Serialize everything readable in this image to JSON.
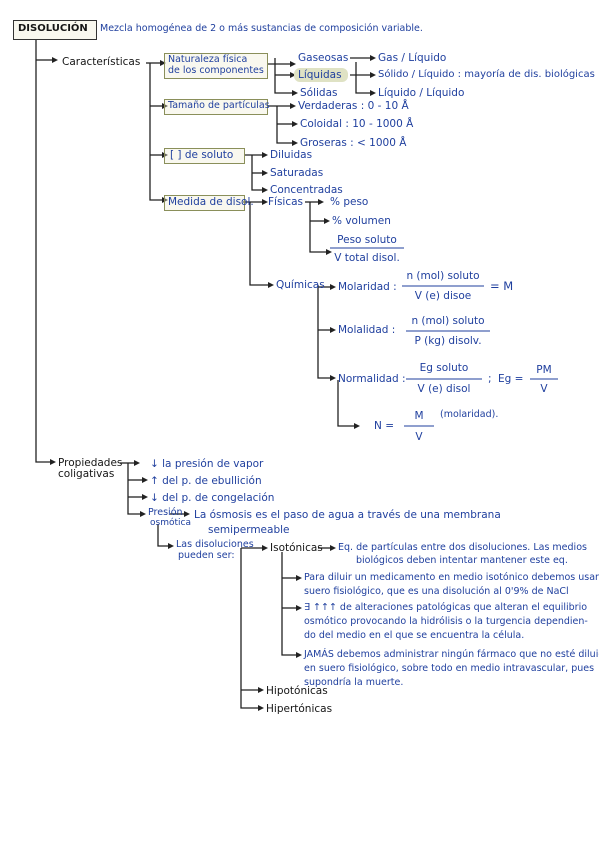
{
  "title": "DISOLUCIÓN",
  "definition": "Mezcla homogénea de 2 o más sustancias de composición variable.",
  "caracteristicas": {
    "label": "Características",
    "naturaleza": {
      "label_line1": "Naturaleza física",
      "label_line2": "de los componentes",
      "items": [
        "Gaseosas",
        "Líquidas",
        "Sólidas"
      ],
      "details": [
        "Gas / Líquido",
        "Sólido / Líquido : mayoría de dis. biológicas",
        "Líquido / Líquido"
      ]
    },
    "tamano": {
      "label": "Tamaño de partículas",
      "items": [
        "Verdaderas : 0 - 10 Å",
        "Coloidal : 10 - 1000 Å",
        "Groseras : < 1000 Å"
      ]
    },
    "soluto": {
      "label": "[ ] de soluto",
      "items": [
        "Diluidas",
        "Saturadas",
        "Concentradas"
      ]
    },
    "medida": {
      "label": "Medida de disol.",
      "fisicas": {
        "label": "Físicas",
        "items": [
          "% peso",
          "% volumen"
        ],
        "frac_num": "Peso soluto",
        "frac_den": "V total disol."
      },
      "quimicas": {
        "label": "Químicas",
        "molaridad": {
          "label": "Molaridad :",
          "num": "n (mol) soluto",
          "den": "V (e) disoe",
          "eq": "= M"
        },
        "molalidad": {
          "label": "Molalidad :",
          "num": "n (mol) soluto",
          "den": "P (kg) disolv."
        },
        "normalidad": {
          "label": "Normalidad :",
          "num": "Eg soluto",
          "den": "V (e) disol",
          "sep": ";",
          "eq_label": "Eg =",
          "eq_num": "PM",
          "eq_den": "V"
        },
        "n_formula": {
          "lhs": "N =",
          "num": "M",
          "num_note": "(molaridad).",
          "den": "V"
        }
      }
    }
  },
  "coligativas": {
    "label_line1": "Propiedades",
    "label_line2": "coligativas",
    "items": [
      "↓ la presión de vapor",
      "↑ del p. de ebullición",
      "↓ del p. de congelación"
    ],
    "presion": {
      "label_line1": "Presión",
      "label_line2": "osmótica",
      "text_line1": "La ósmosis es el paso de agua a través de una membrana",
      "text_line2": "semipermeable",
      "pueden": {
        "label_line1": "Las disoluciones",
        "label_line2": "pueden ser:",
        "isotonicas": "Isotónicas",
        "iso_note_line1": "Eq. de partículas entre dos disoluciones. Las medios",
        "iso_note_line2": "biológicos deben intentar mantener este eq.",
        "notes": [
          [
            "Para diluir un medicamento en medio isotónico debemos usar",
            "suero fisiológico, que es una disolución al 0'9% de NaCl"
          ],
          [
            "∃ ↑↑↑ de alteraciones patológicas que alteran el equilibrio",
            "osmótico provocando la hidrólisis o la turgencia dependien-",
            "do del medio en el que se encuentra la célula."
          ],
          [
            "JAMÁS debemos administrar ningún fármaco que no esté diluido",
            "en suero fisiológico, sobre todo en medio intravascular, pues",
            "supondría la muerte."
          ]
        ],
        "hipotonicas": "Hipotónicas",
        "hipertonicas": "Hipertónicas"
      }
    }
  },
  "colors": {
    "ink": "#1f3f9e",
    "black_ink": "#151515",
    "box_border": "#8a8f5a",
    "highlight": "#dfe2c4"
  }
}
